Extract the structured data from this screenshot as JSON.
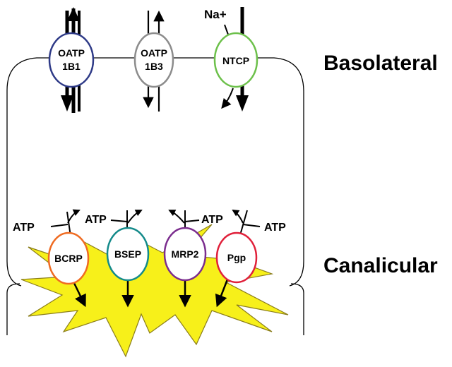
{
  "regions": {
    "basolateral": "Basolateral",
    "canalicular": "Canalicular"
  },
  "ion": "Na+",
  "atp": [
    "ATP",
    "ATP",
    "ATP",
    "ATP"
  ],
  "transporters": [
    {
      "id": "oatp1b1",
      "line1": "OATP",
      "line2": "1B1",
      "color": "#2e3a87"
    },
    {
      "id": "oatp1b3",
      "line1": "OATP",
      "line2": "1B3",
      "color": "#8c8c8c"
    },
    {
      "id": "ntcp",
      "line1": "NTCP",
      "line2": "",
      "color": "#6cc04a"
    },
    {
      "id": "bcrp",
      "line1": "BCRP",
      "line2": "",
      "color": "#ef6b21"
    },
    {
      "id": "bsep",
      "line1": "BSEP",
      "line2": "",
      "color": "#138a8a"
    },
    {
      "id": "mrp2",
      "line1": "MRP2",
      "line2": "",
      "color": "#7b2d8e"
    },
    {
      "id": "pgp",
      "line1": "Pgp",
      "line2": "",
      "color": "#e0203a"
    }
  ],
  "colors": {
    "canaliculus_fill": "#f7f01a",
    "canaliculus_stroke": "#8a7d1a"
  }
}
